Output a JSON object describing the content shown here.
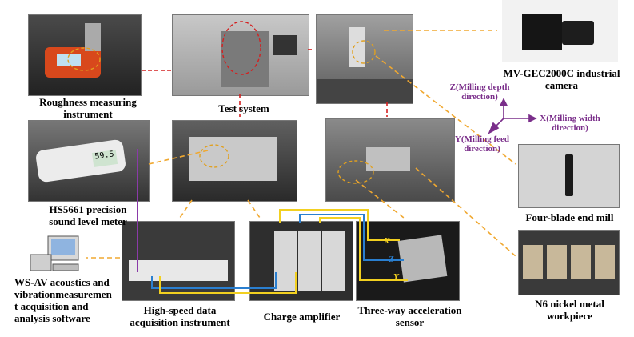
{
  "labels": {
    "roughness": "Roughness measuring\ninstrument",
    "test_system": "Test system",
    "camera": "MV-GEC2000C industrial\ncamera",
    "sound_meter": "HS5661 precision\nsound level meter",
    "end_mill": "Four-blade end mill",
    "workpiece": "N6 nickel metal\nworkpiece",
    "software": "WS-AV acoustics and\nvibrationmeasuremen\nt acquisition and\nanalysis software",
    "daq": "High-speed data\nacquisition instrument",
    "charge_amp": "Charge amplifier",
    "accel": "Three-way acceleration\nsensor"
  },
  "axes": {
    "z": "Z(Milling depth\ndirection)",
    "x": "X(Milling width\ndirection)",
    "y": "Y(Milling feed\ndirection)"
  },
  "wires": {
    "x": "X",
    "y": "Y",
    "z": "Z"
  },
  "meter_reading": "59.5",
  "colors": {
    "dashed_arrow": "#f0a830",
    "red_arrow": "#d42020",
    "axis_purple": "#7a2e8a",
    "wire_yellow": "#f2d020",
    "wire_blue": "#2a7fd0",
    "wire_purple": "#8a3aa8"
  }
}
